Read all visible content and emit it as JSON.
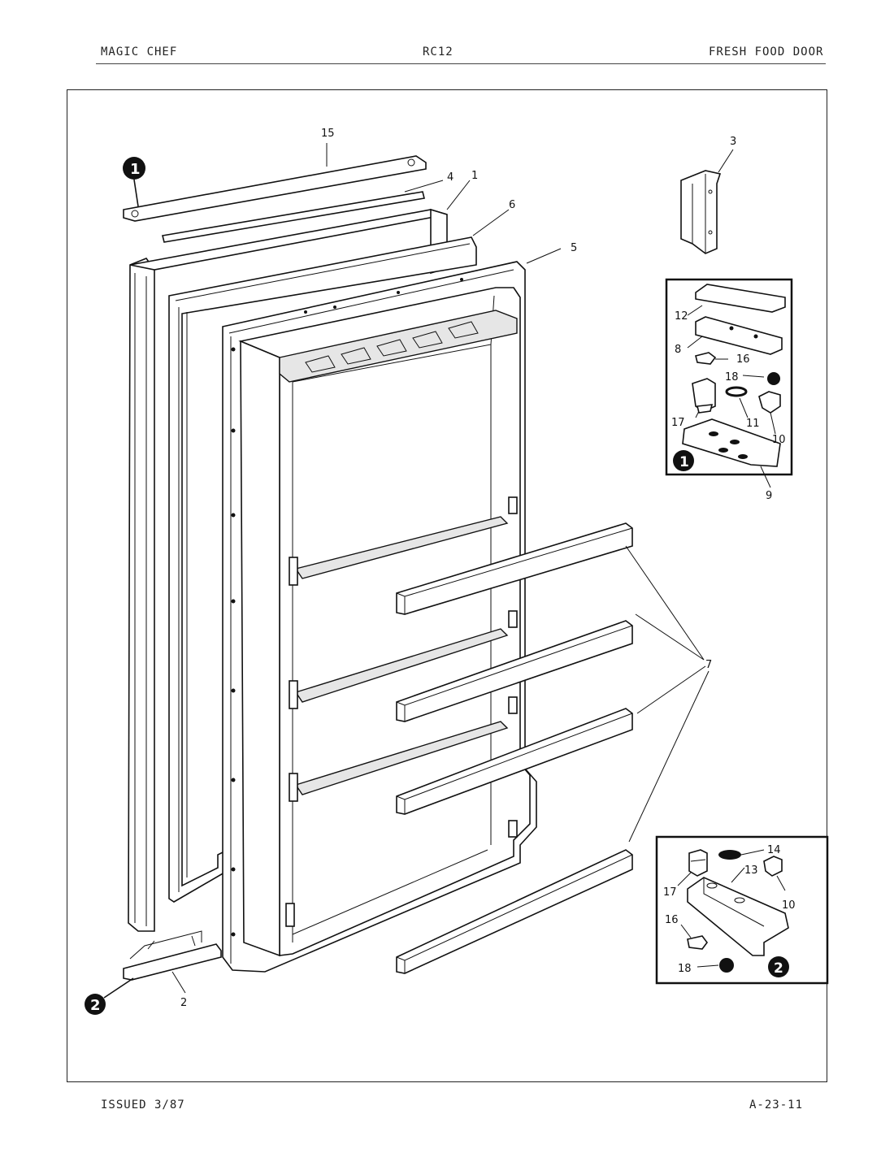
{
  "header": {
    "brand": "MAGIC CHEF",
    "model": "RC12",
    "section": "FRESH FOOD DOOR"
  },
  "footer": {
    "issued": "ISSUED 3/87",
    "page_code": "A-23-11"
  },
  "callouts": {
    "c1": "1",
    "c2": "2",
    "c3": "3",
    "c4": "4",
    "c5": "5",
    "c6": "6",
    "c7": "7",
    "c15": "15",
    "inset_top": {
      "c12": "12",
      "c8": "8",
      "c16": "16",
      "c18": "18",
      "c17": "17",
      "c11": "11",
      "c10": "10",
      "c9": "9"
    },
    "inset_bottom": {
      "c14": "14",
      "c13": "13",
      "c17": "17",
      "c10": "10",
      "c16": "16",
      "c18": "18"
    }
  },
  "markers": {
    "m1": "1",
    "m2": "2"
  }
}
